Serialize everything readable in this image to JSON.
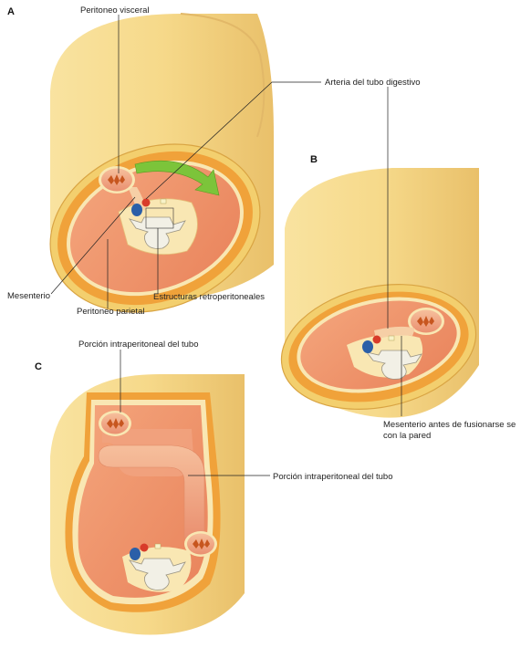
{
  "panels": {
    "a": "A",
    "b": "B",
    "c": "C"
  },
  "labels": {
    "peritoneo_visceral": "Peritoneo visceral",
    "arteria": "Arteria del tubo digestivo",
    "mesenterio": "Mesenterio",
    "peritoneo_parietal": "Peritoneo parietal",
    "estructuras": "Estructuras retroperitoneales",
    "porcion_intra_top": "Porción intraperitoneal del tubo",
    "mesenterio_antes_1": "Mesenterio antes de fusionarse  se",
    "mesenterio_antes_2": "con la pared",
    "porcion_intra_right": "Porción intraperitoneal del tubo"
  },
  "colors": {
    "body_wall": "#f6d98a",
    "body_wall_dark": "#e3b457",
    "fat": "#f0a23a",
    "cavity": "#ef8f63",
    "cavity_light": "#f7b894",
    "membrane": "#f9e7b3",
    "gut": "#f1a27e",
    "gut_lumen": "#c7561f",
    "vertebra": "#f2f0e6",
    "vein": "#2b5fa8",
    "artery": "#d83b2a",
    "arrow": "#7cc43a"
  }
}
